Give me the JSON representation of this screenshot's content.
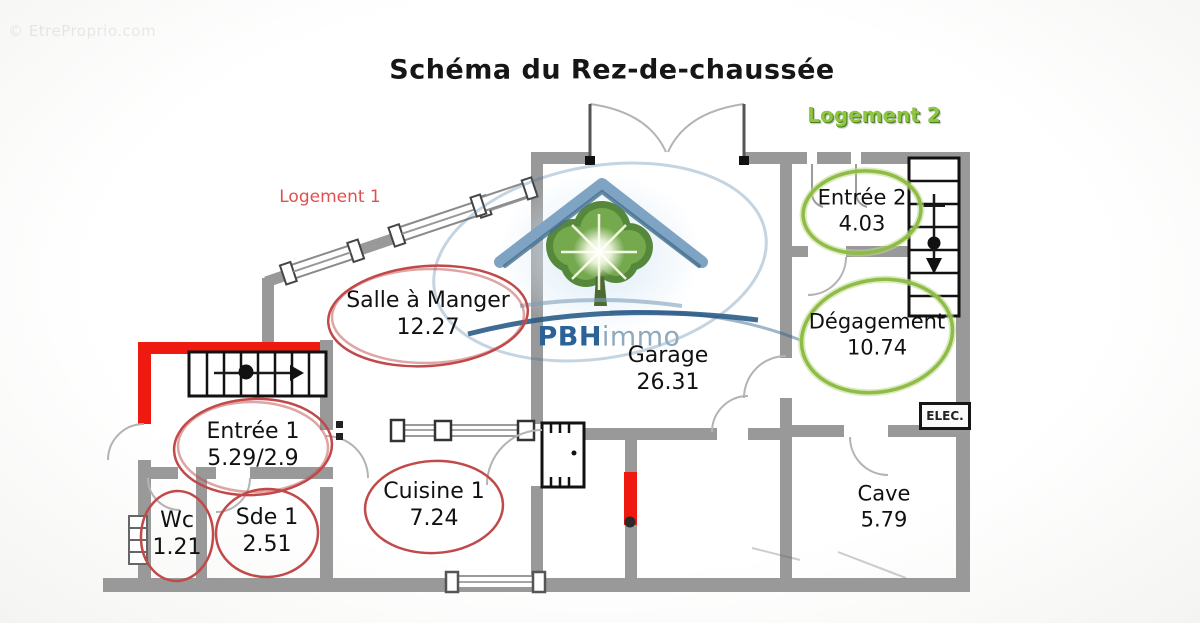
{
  "watermark": "© EtreProprio.com",
  "title": "Schéma du Rez-de-chaussée",
  "logements": {
    "logement1": {
      "label": "Logement 1"
    },
    "logement2": {
      "label": "Logement 2"
    }
  },
  "rooms": {
    "salle_a_manger": {
      "name": "Salle à Manger",
      "area": "12.27",
      "outline": "red"
    },
    "entree1": {
      "name": "Entrée 1",
      "area": "5.29/2.9",
      "outline": "red"
    },
    "cuisine1": {
      "name": "Cuisine 1",
      "area": "7.24",
      "outline": "red"
    },
    "wc": {
      "name": "Wc",
      "area": "1.21",
      "outline": "red"
    },
    "sde1": {
      "name": "Sde 1",
      "area": "2.51",
      "outline": "red"
    },
    "entree2": {
      "name": "Entrée 2",
      "area": "4.03",
      "outline": "green"
    },
    "degagement": {
      "name": "Dégagement",
      "area": "10.74",
      "outline": "green"
    },
    "garage": {
      "name": "Garage",
      "area": "26.31",
      "outline": "none"
    },
    "cave": {
      "name": "Cave",
      "area": "5.79",
      "outline": "none"
    }
  },
  "labels": {
    "elec": "ELEC."
  },
  "logo": {
    "brand_bold": "PBH",
    "brand_light": "immo"
  },
  "colors": {
    "wall": "#999999",
    "red_wall": "#ee1a10",
    "red_outline": "#c14949",
    "green_outline": "#8fbc47",
    "green_outline_soft": "#bdd98a",
    "brand_blue": "#2b6398",
    "brand_light_blue": "#8fa9bd"
  }
}
